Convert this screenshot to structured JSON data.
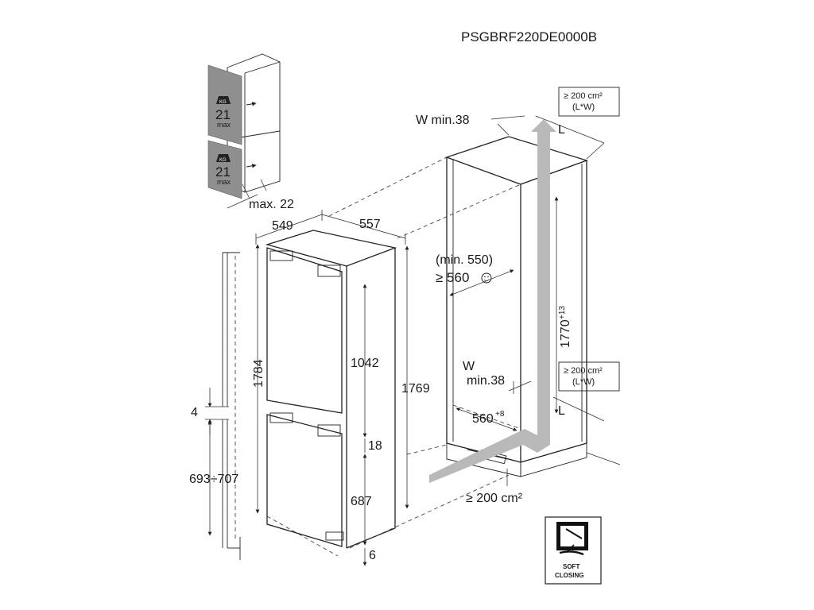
{
  "model_code": "PSGBRF220DE0000B",
  "door_load": {
    "icon_text": "KG",
    "top": {
      "value": "21",
      "unit": "max"
    },
    "bottom": {
      "value": "21",
      "unit": "max"
    }
  },
  "dimensions": {
    "max_22": "max. 22",
    "depth_549": "549",
    "width_557": "557",
    "height_1784": "1784",
    "height_1769": "1769",
    "upper_1042": "1042",
    "gap_18": "18",
    "lower_687": "687",
    "bottom_6": "6",
    "gap_4": "4",
    "door_range": "693÷707",
    "w_min_top": "W min.38",
    "w_label": "W",
    "min_38": "min.38",
    "min_550": "(min. 550)",
    "ge_560": "≥ 560",
    "niche_1770": "1770",
    "niche_1770_tol": "+13",
    "width_560": "560",
    "width_560_tol": "+8",
    "l_label_top": "L",
    "l_label_bottom": "L",
    "floor_vent": "≥ 200 cm²"
  },
  "vent_top": {
    "line1": "≥ 200 cm²",
    "line2": "(L*W)"
  },
  "vent_mid": {
    "line1": "≥ 200 cm²",
    "line2": "(L*W)"
  },
  "soft_closing": {
    "line1": "SOFT",
    "line2": "CLOSING"
  },
  "icons": [
    "weight-icon",
    "smiley-icon",
    "soft-closing-icon",
    "airflow-arrow-icon"
  ]
}
